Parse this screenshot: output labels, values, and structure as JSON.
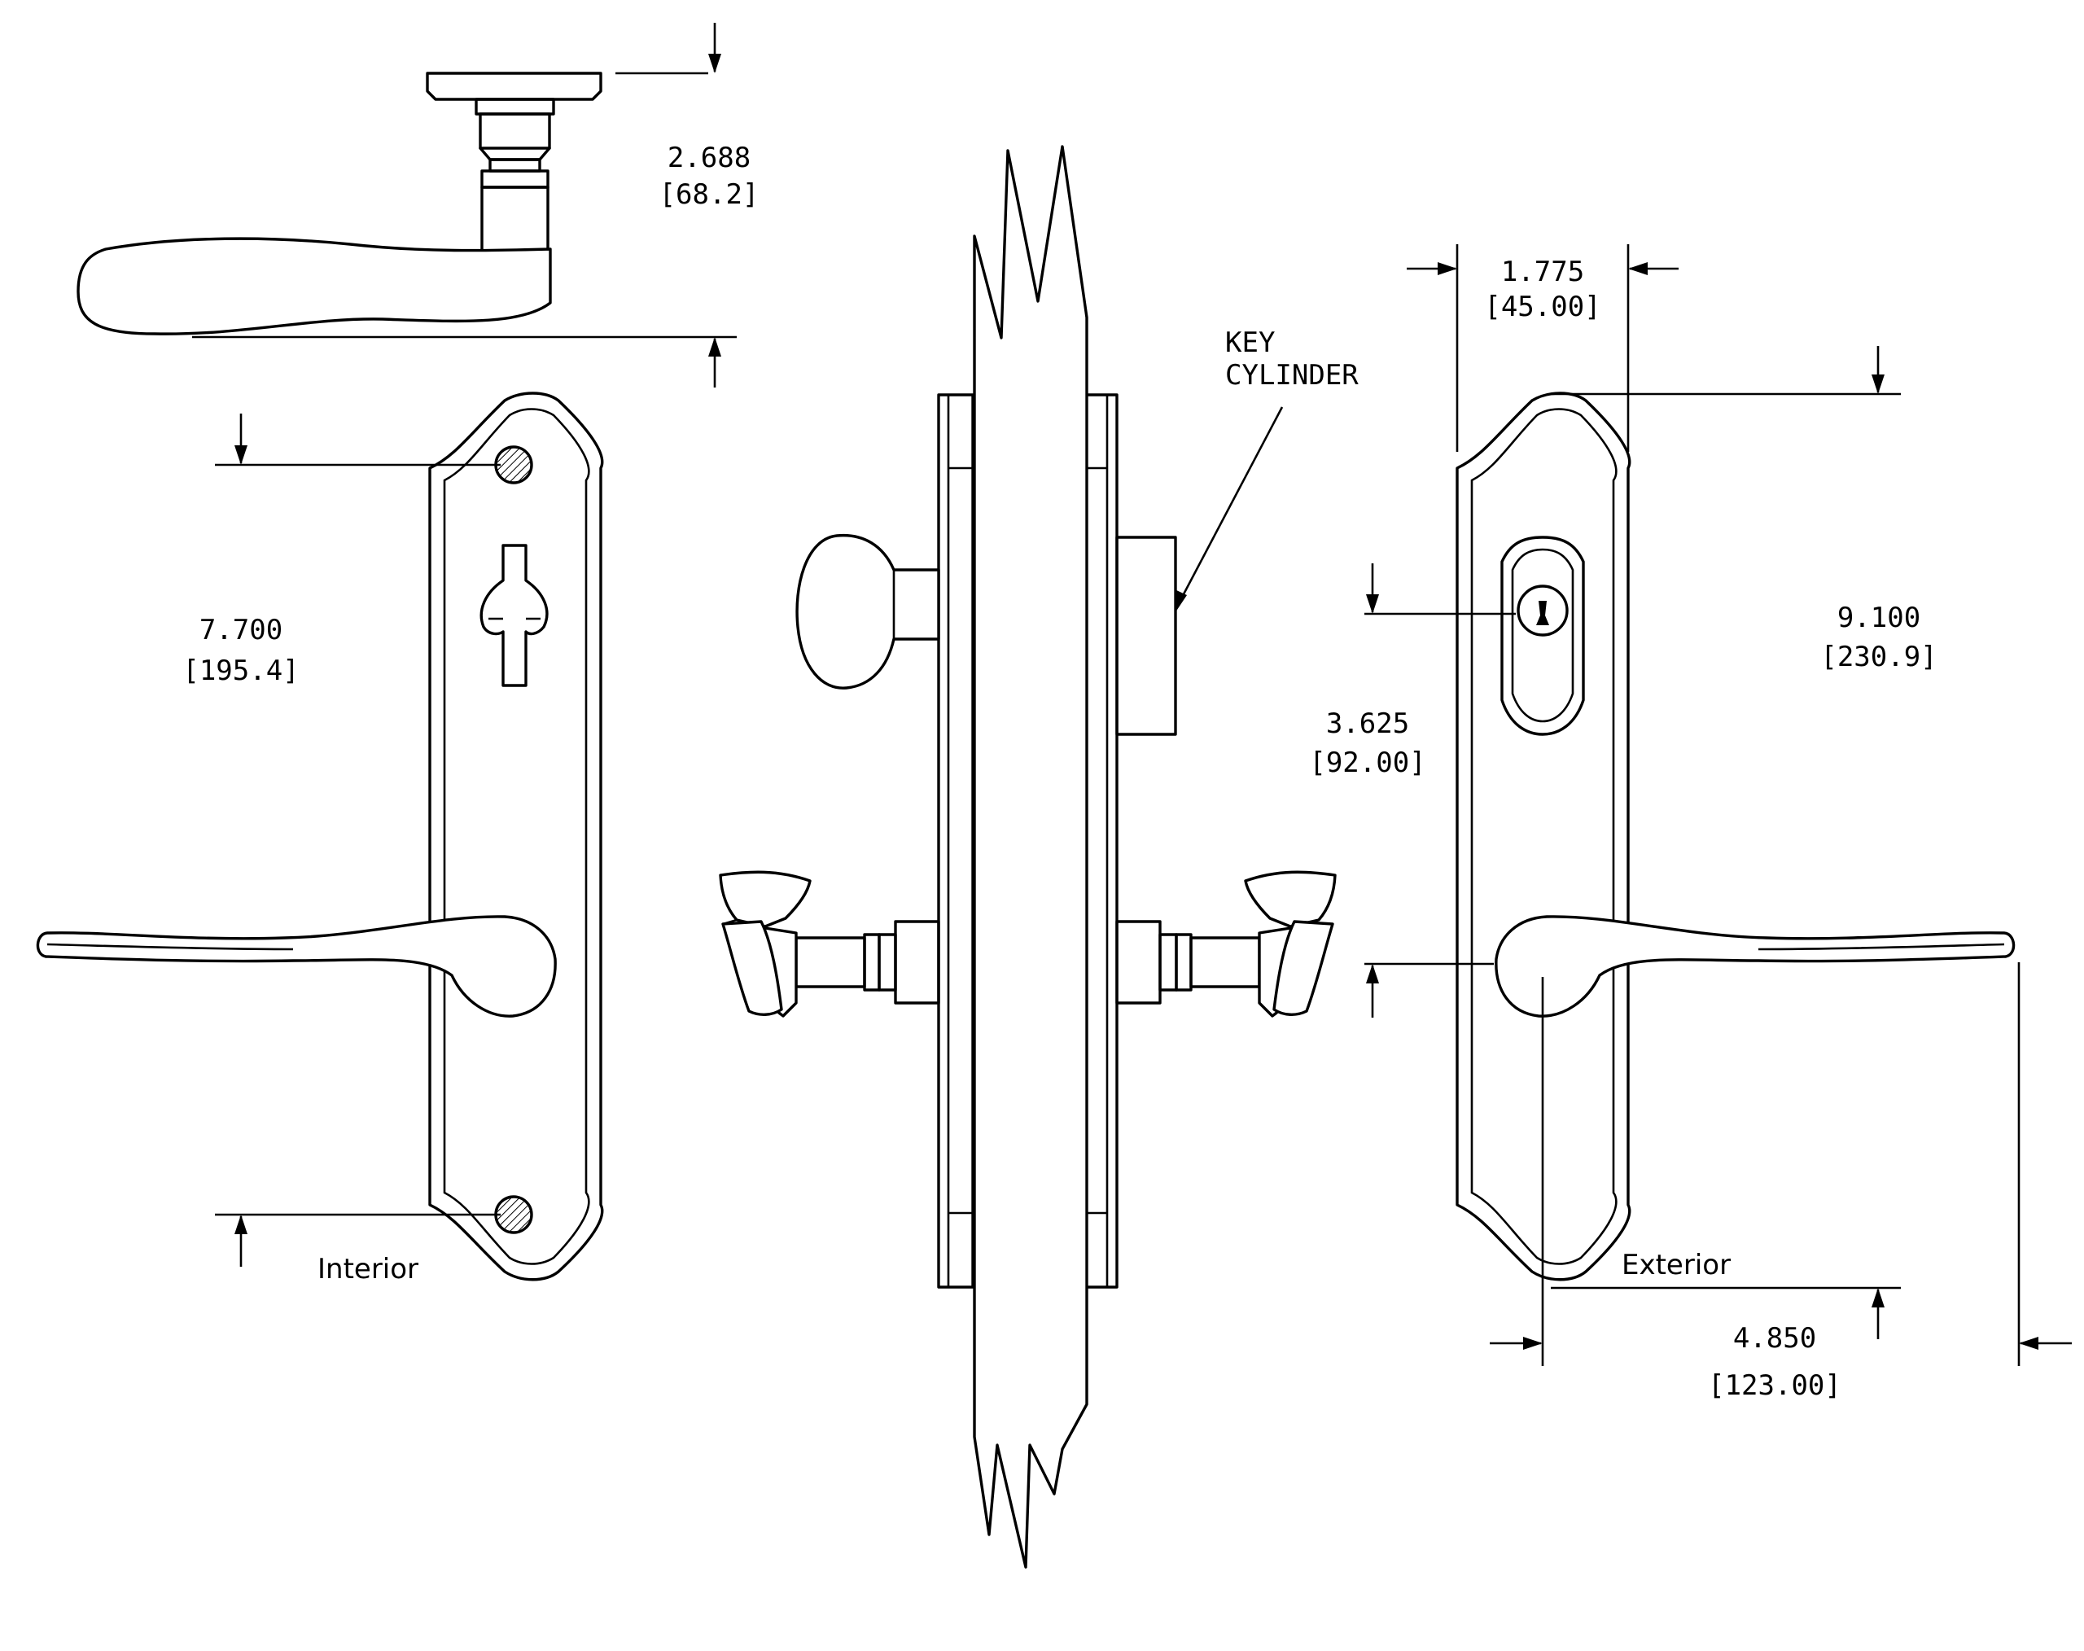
{
  "labels": {
    "key_cylinder_line1": "KEY",
    "key_cylinder_line2": "CYLINDER",
    "interior": "Interior",
    "exterior": "Exterior"
  },
  "dimensions": {
    "lever_projection": {
      "inches": "2.688",
      "mm": "[68.2]"
    },
    "interior_screw_spacing": {
      "inches": "7.700",
      "mm": "[195.4]"
    },
    "plate_width": {
      "inches": "1.775",
      "mm": "[45.00]"
    },
    "cylinder_to_lever": {
      "inches": "3.625",
      "mm": "[92.00]"
    },
    "plate_height": {
      "inches": "9.100",
      "mm": "[230.9]"
    },
    "lever_length": {
      "inches": "4.850",
      "mm": "[123.00]"
    }
  }
}
